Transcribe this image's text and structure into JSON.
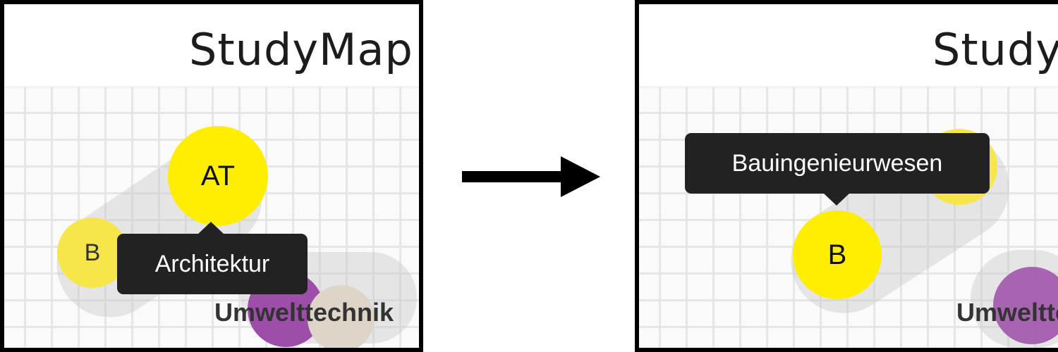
{
  "app": {
    "title": "StudyMap"
  },
  "before": {
    "nodes": {
      "at": "AT",
      "b": "B"
    },
    "tooltip": "Architektur",
    "label": "Umwelttechnik"
  },
  "after": {
    "nodes": {
      "b": "B"
    },
    "tooltip": "Bauingenieurwesen",
    "label": "Umwelttechnik"
  },
  "colors": {
    "node_yellow": "#ffee00",
    "node_purple": "#9c4ea8",
    "tooltip_bg": "#222222",
    "grid_line": "#e6e6e6"
  }
}
